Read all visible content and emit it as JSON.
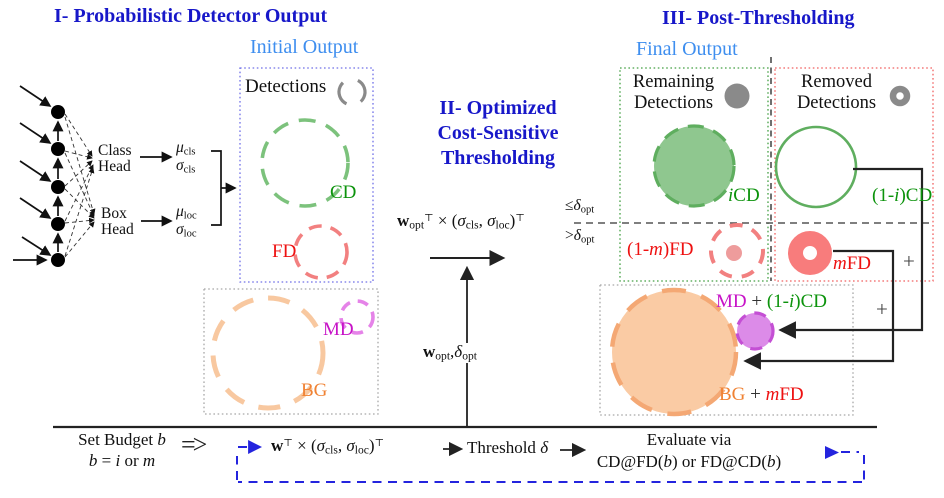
{
  "colors": {
    "header_navy": "#1717C9",
    "section_blue": "#3E8EEF",
    "cd_green": "#0C930C",
    "cd_circle": "#7CC27C",
    "icd_fill": "#8FC78F",
    "icd_stroke": "#5FAE5F",
    "fd_red": "#EE1111",
    "fd_circle": "#F28080",
    "mfd_fill": "#F87C7C",
    "fd_dot": "#EE9C9C",
    "md_magenta": "#C713C7",
    "md_circle": "#E583E8",
    "md_fill": "#DC8BE8",
    "md_stroke": "#C44FD4",
    "bg_orange": "#F08233",
    "bg_circle": "#F8C8A0",
    "bg_fill": "#FACBA4",
    "bg_stroke": "#F4A874",
    "gray": "#8A8A8A",
    "loop_blue": "#2424DE"
  },
  "headers": {
    "s1": "I- Probabilistic Detector Output",
    "s2_l1": "II- Optimized",
    "s2_l2": "Cost-Sensitive",
    "s2_l3": "Thresholding",
    "s3": "III- Post-Thresholding",
    "initial_output": "Initial Output",
    "final_output": "Final Output"
  },
  "network": {
    "class_head_l1": "Class",
    "class_head_l2": "Head",
    "box_head_l1": "Box",
    "box_head_l2": "Head",
    "mu_cls": [
      {
        "t": "μ",
        "s": "i"
      },
      {
        "t": "cls",
        "s": "sub"
      }
    ],
    "sigma_cls": [
      {
        "t": "σ",
        "s": "i"
      },
      {
        "t": "cls",
        "s": "sub"
      }
    ],
    "mu_loc": [
      {
        "t": "μ",
        "s": "i"
      },
      {
        "t": "loc",
        "s": "sub"
      }
    ],
    "sigma_loc": [
      {
        "t": "σ",
        "s": "i"
      },
      {
        "t": "loc",
        "s": "sub"
      }
    ]
  },
  "initial": {
    "detections": "Detections",
    "cd": "CD",
    "fd": "FD",
    "md": "MD",
    "bg": "BG"
  },
  "mid": {
    "formula": [
      {
        "t": "w",
        "s": "b"
      },
      {
        "t": "opt",
        "s": "sub"
      },
      {
        "t": "⊤",
        "s": "sup"
      },
      {
        "t": " × (",
        "s": "n"
      },
      {
        "t": "σ",
        "s": "i"
      },
      {
        "t": "cls",
        "s": "sub"
      },
      {
        "t": ", ",
        "s": "n"
      },
      {
        "t": "σ",
        "s": "i"
      },
      {
        "t": "loc",
        "s": "sub"
      },
      {
        "t": ")",
        "s": "n"
      },
      {
        "t": "⊤",
        "s": "sup"
      }
    ],
    "le_delta": [
      {
        "t": "≤"
      },
      {
        "t": "δ",
        "s": "i"
      },
      {
        "t": "opt",
        "s": "sub"
      }
    ],
    "gt_delta": [
      {
        "t": ">"
      },
      {
        "t": "δ",
        "s": "i"
      },
      {
        "t": "opt",
        "s": "sub"
      }
    ],
    "w_delta": [
      {
        "t": "w",
        "s": "b"
      },
      {
        "t": "opt",
        "s": "sub"
      },
      {
        "t": ","
      },
      {
        "t": "δ",
        "s": "i"
      },
      {
        "t": "opt",
        "s": "sub"
      }
    ]
  },
  "final": {
    "remaining_l1": "Remaining",
    "remaining_l2": "Detections",
    "removed_l1": "Removed",
    "removed_l2": "Detections",
    "icd": [
      {
        "t": "i",
        "s": "i"
      },
      {
        "t": "CD"
      }
    ],
    "one_minus_i_cd": [
      {
        "t": "(1-"
      },
      {
        "t": "i",
        "s": "i"
      },
      {
        "t": ")CD"
      }
    ],
    "one_minus_m_fd": [
      {
        "t": "(1-"
      },
      {
        "t": "m",
        "s": "i"
      },
      {
        "t": ")FD"
      }
    ],
    "mfd": [
      {
        "t": "m",
        "s": "i"
      },
      {
        "t": "FD"
      }
    ],
    "md_plus_cd": [
      {
        "t": "MD",
        "c": "#C713C7"
      },
      {
        "t": " + ",
        "c": "#333333"
      },
      {
        "t": "(1-",
        "c": "#0C930C"
      },
      {
        "t": "i",
        "s": "i",
        "c": "#0C930C"
      },
      {
        "t": ")CD",
        "c": "#0C930C"
      }
    ],
    "bg_plus_mfd": [
      {
        "t": "BG",
        "c": "#F08233"
      },
      {
        "t": " + ",
        "c": "#333333"
      },
      {
        "t": "m",
        "s": "i",
        "c": "#EE1111"
      },
      {
        "t": "FD",
        "c": "#EE1111"
      }
    ],
    "plus1": "+",
    "plus2": "+"
  },
  "bottom": {
    "set_budget": [
      {
        "t": "Set Budget "
      },
      {
        "t": "b",
        "s": "i"
      }
    ],
    "budget_values": [
      {
        "t": "b",
        "s": "i"
      },
      {
        "t": " = "
      },
      {
        "t": "i",
        "s": "i"
      },
      {
        "t": " or "
      },
      {
        "t": "m",
        "s": "i"
      }
    ],
    "implies": "=>",
    "w_formula": [
      {
        "t": "w",
        "s": "b"
      },
      {
        "t": "⊤",
        "s": "sup"
      },
      {
        "t": " × (",
        "s": "n"
      },
      {
        "t": "σ",
        "s": "i"
      },
      {
        "t": "cls",
        "s": "sub"
      },
      {
        "t": ", "
      },
      {
        "t": "σ",
        "s": "i"
      },
      {
        "t": "loc",
        "s": "sub"
      },
      {
        "t": ")"
      },
      {
        "t": "⊤",
        "s": "sup"
      }
    ],
    "threshold": [
      {
        "t": "Threshold "
      },
      {
        "t": "δ",
        "s": "i"
      }
    ],
    "evaluate_l1": "Evaluate via",
    "evaluate_l2": [
      {
        "t": "CD@FD("
      },
      {
        "t": "b",
        "s": "i"
      },
      {
        "t": ") or FD@CD("
      },
      {
        "t": "b",
        "s": "i"
      },
      {
        "t": ")"
      }
    ]
  }
}
